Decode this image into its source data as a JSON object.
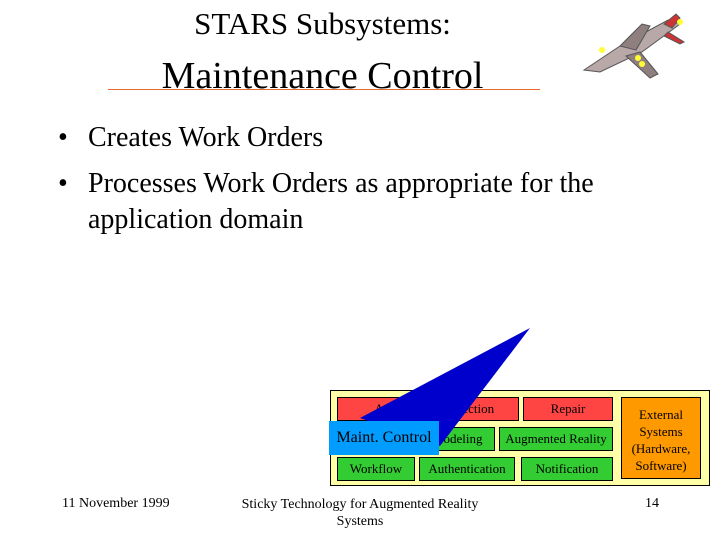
{
  "title": {
    "line1": "STARS Subsystems:",
    "line2": "Maintenance Control"
  },
  "bullets": [
    "Creates Work Orders",
    "Processes Work Orders as appropriate for the application domain"
  ],
  "bullet_glyph": "•",
  "diagram": {
    "row1": [
      "Ac",
      "nection",
      "Repair"
    ],
    "row2": [
      "odeling",
      "Augmented Reality"
    ],
    "row3": [
      "Workflow",
      "Authentication",
      "Notification"
    ],
    "external": [
      "External",
      "Systems",
      "(Hardware,",
      "Software)"
    ],
    "callout": "Maint. Control"
  },
  "footer": {
    "date": "11 November 1999",
    "center_line1": "Sticky Technology for Augmented Reality",
    "center_line2": "Systems",
    "page": "14"
  },
  "colors": {
    "title_rule": "#e86a2c",
    "panel": "#ffffa8",
    "red_box": "#f44444",
    "green_box": "#33cc33",
    "orange_box": "#ff9900",
    "callout": "#0000cc"
  },
  "icons": [
    "jet-aircraft-icon"
  ]
}
